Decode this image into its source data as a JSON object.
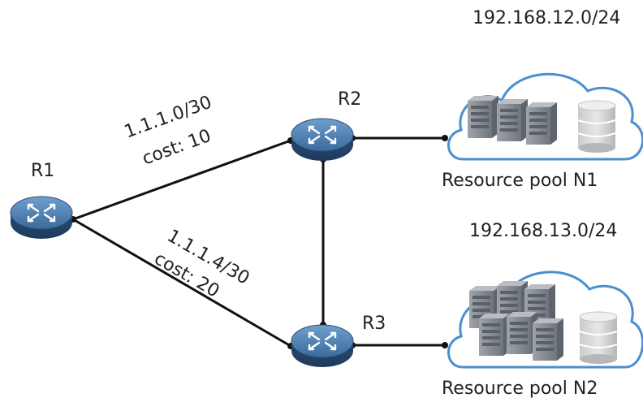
{
  "routers": {
    "r1": {
      "label": "R1"
    },
    "r2": {
      "label": "R2"
    },
    "r3": {
      "label": "R3"
    }
  },
  "links": {
    "r1_r2": {
      "subnet": "1.1.1.0/30",
      "cost": "cost:  10"
    },
    "r1_r3": {
      "subnet": "1.1.1.4/30",
      "cost": "cost:  20"
    }
  },
  "pools": {
    "n1": {
      "network": "192.168.12.0/24",
      "name": "Resource pool N1"
    },
    "n2": {
      "network": "192.168.13.0/24",
      "name": "Resource pool N2"
    }
  },
  "colors": {
    "router_top": "#4a78a8",
    "router_body": "#2e5680",
    "cloud_stroke": "#4a8fd0",
    "server": "#8a8f96",
    "line": "#111111"
  }
}
